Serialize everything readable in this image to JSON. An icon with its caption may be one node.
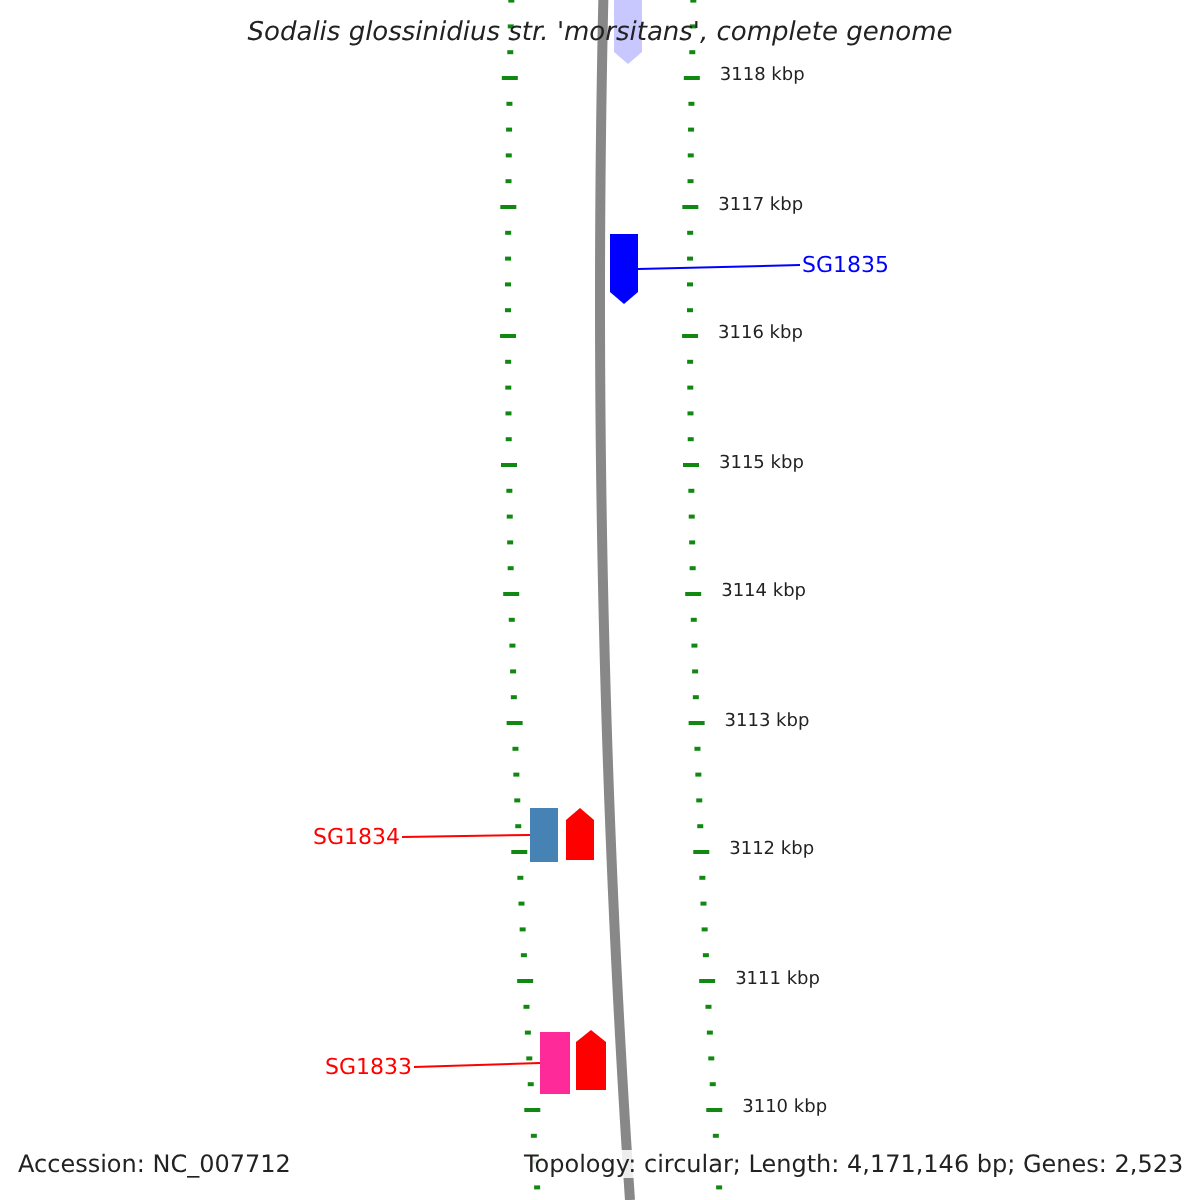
{
  "diagram": {
    "title": "Sodalis glossinidius str. 'morsitans', complete genome",
    "nodes": [
      {
        "text": [],
        "shape": "arrow"
      },
      {
        "text": [
          "SG1835"
        ]
      },
      {
        "text": [],
        "shape": "arrow"
      },
      {
        "text": [
          "SG1834"
        ]
      },
      {
        "text": [],
        "shape": "box"
      },
      {
        "text": [],
        "shape": "arrow"
      },
      {
        "text": [
          "SG1833"
        ]
      },
      {
        "text": [],
        "shape": "box"
      },
      {
        "text": [],
        "shape": "arrow"
      }
    ],
    "edges": [
      {
        "from": 1,
        "to": 2,
        "arrow": "none",
        "color": "#0000ff"
      },
      {
        "from": 3,
        "to": 4,
        "arrow": "none"
      },
      {
        "from": 6,
        "to": 7,
        "arrow": "none"
      }
    ],
    "labels": [
      "3118 kbp",
      "3117 kbp",
      "3116 kbp",
      "3115 kbp",
      "3114 kbp",
      "3113 kbp",
      "3112 kbp",
      "3111 kbp",
      "3110 kbp",
      "Accession: NC_007712",
      "Topology: circular; Length: 4,171,146 bp; Genes: 2,523"
    ]
  }
}
